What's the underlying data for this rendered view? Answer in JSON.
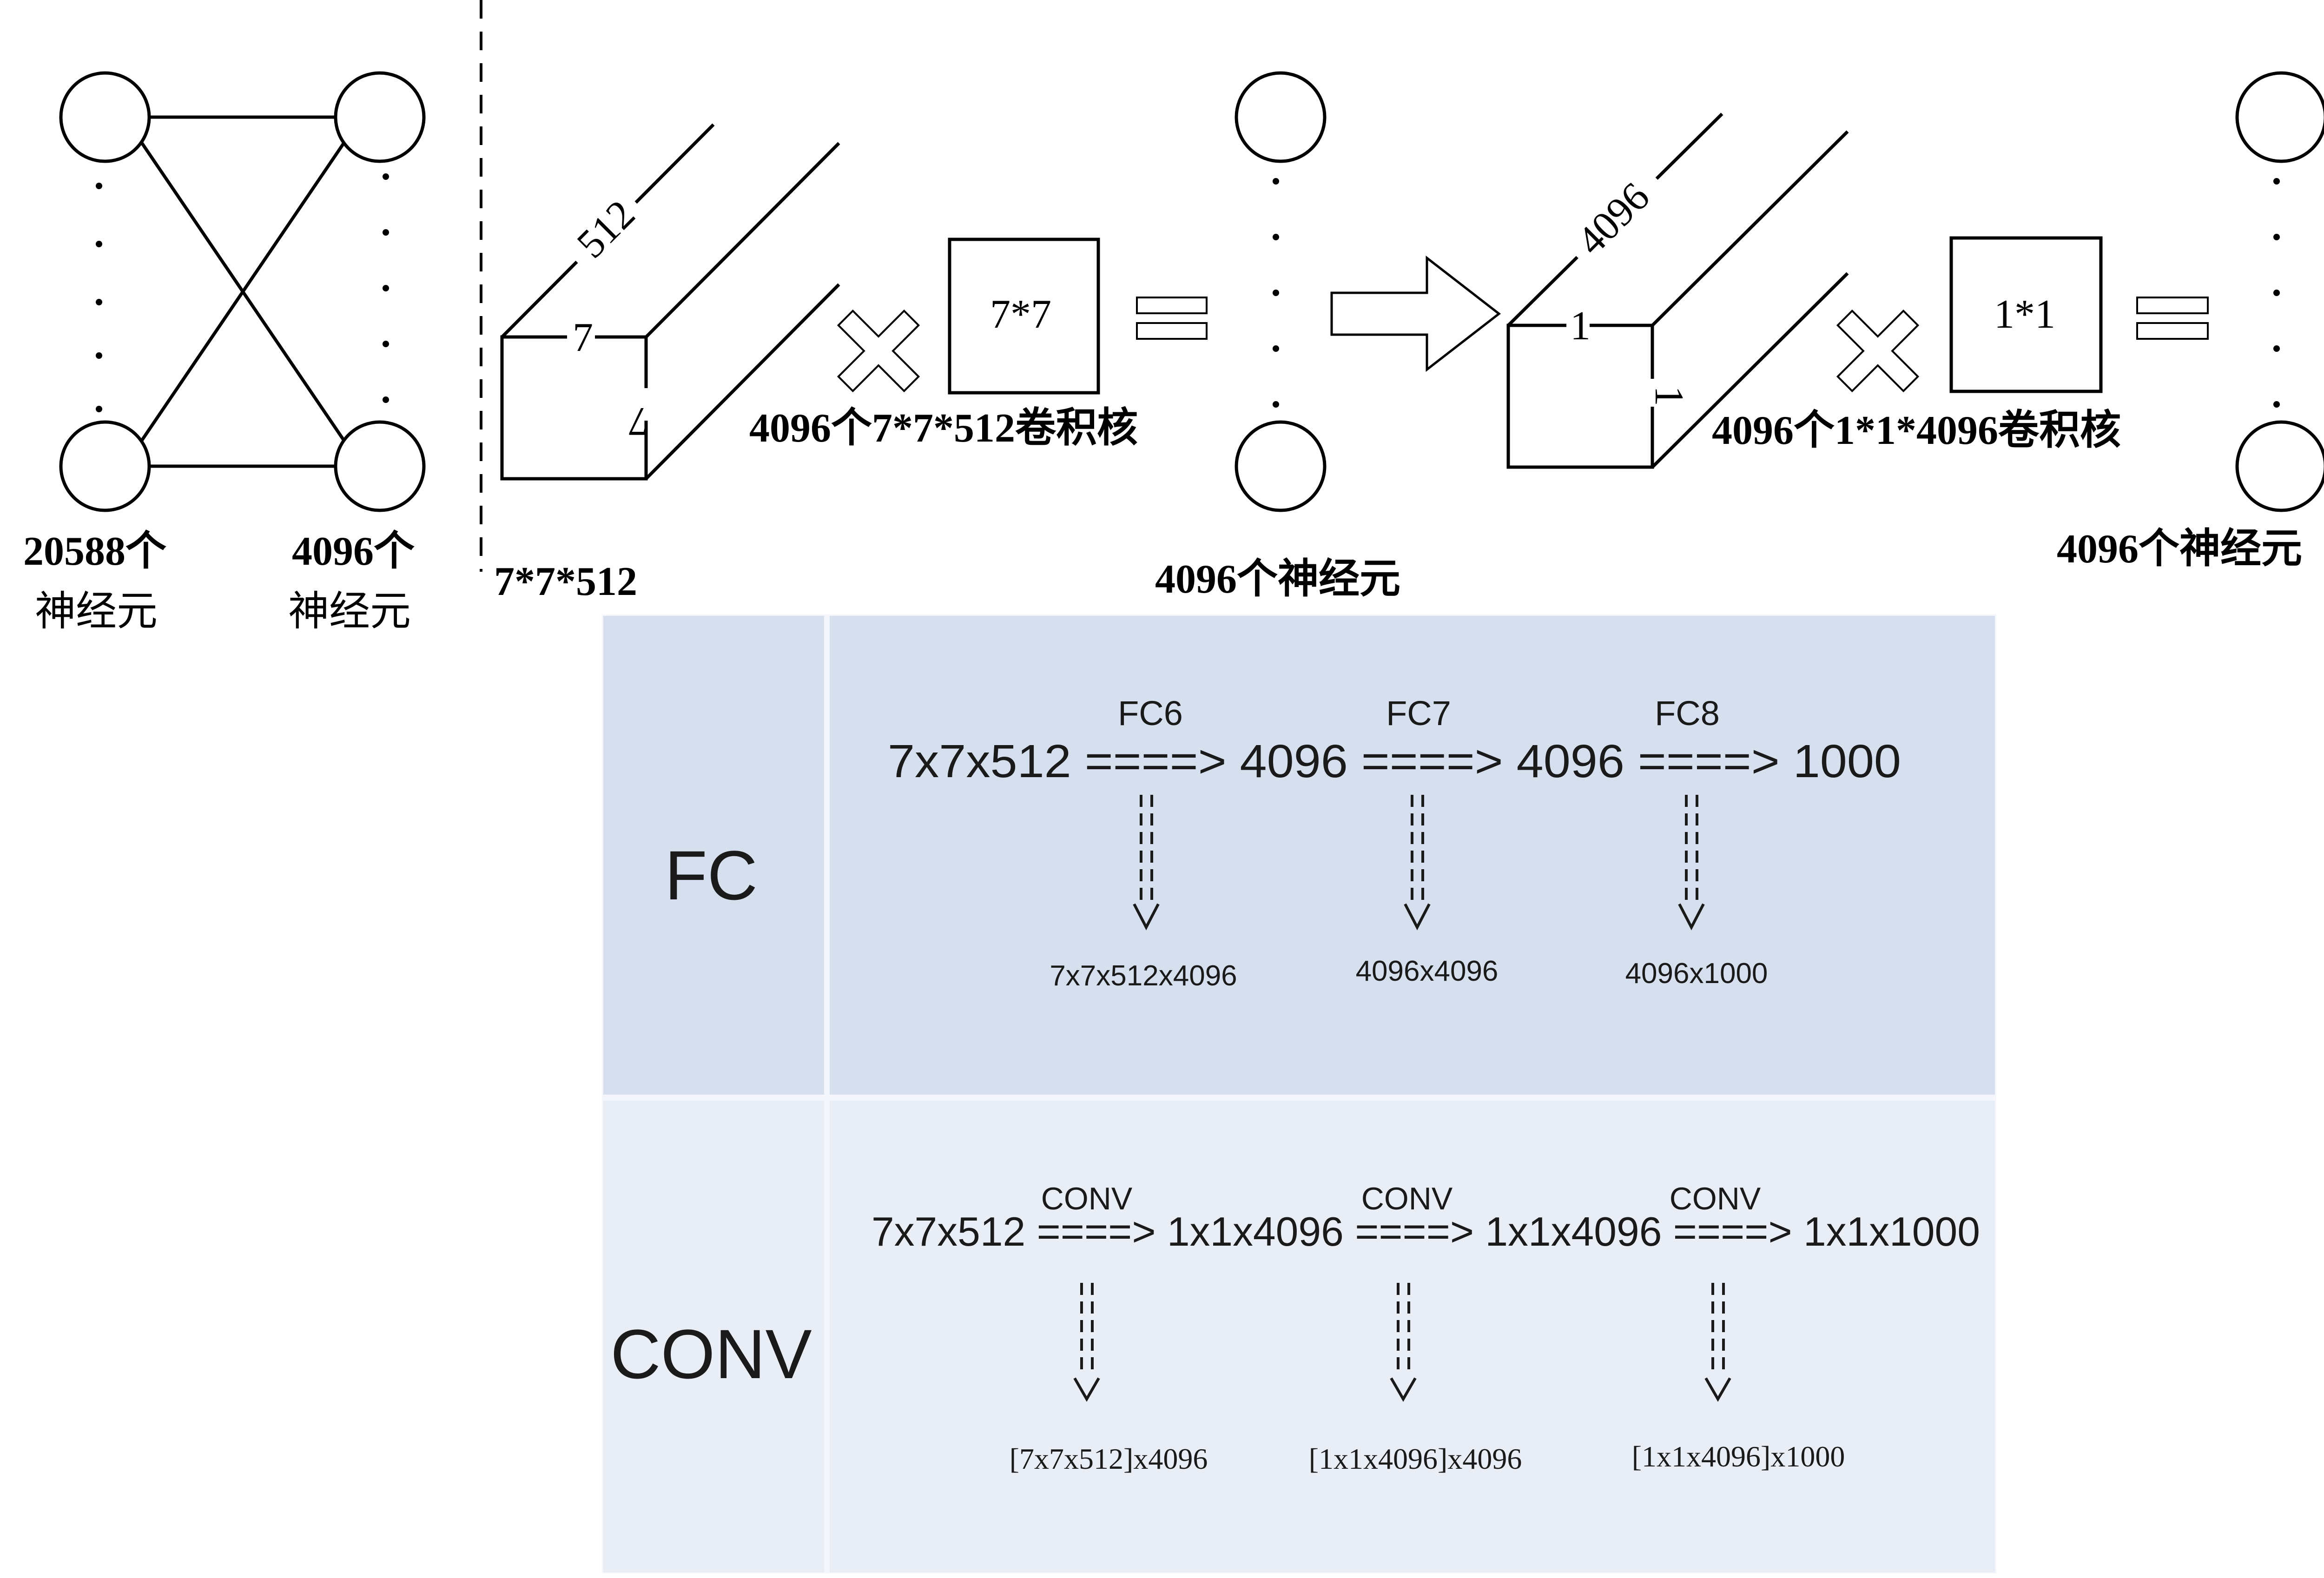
{
  "top": {
    "fc_view": {
      "left_count": "20588个",
      "left_unit": "神经元",
      "right_count": "4096个",
      "right_unit": "神经元"
    },
    "conv_view": {
      "input_depth": "512",
      "input_width": "7",
      "input_height": "7",
      "input_caption": "7*7*512",
      "kernel_label": "7*7",
      "kernel_caption": "4096个7*7*512卷积核",
      "output_caption": "4096个神经元",
      "cube2_depth": "4096",
      "cube2_width": "1",
      "cube2_height": "1",
      "kernel2_label": "1*1",
      "kernel2_caption": "4096个1*1*4096卷积核",
      "output2_caption": "4096个神经元"
    }
  },
  "table": {
    "colors": {
      "fc_bg": "#d5dfee",
      "conv_bg": "#e9edf6",
      "divider": "#f4f6fb"
    },
    "fc": {
      "label": "FC",
      "chain": "7x7x512 ====> 4096 ====> 4096 ====> 1000",
      "layers": [
        {
          "name": "FC6",
          "weight": "7x7x512x4096"
        },
        {
          "name": "FC7",
          "weight": "4096x4096"
        },
        {
          "name": "FC8",
          "weight": "4096x1000"
        }
      ]
    },
    "conv": {
      "label": "CONV",
      "chain": "7x7x512 ====> 1x1x4096 ====> 1x1x4096 ====> 1x1x1000",
      "layers": [
        {
          "name": "CONV",
          "weight": "[7x7x512]x4096"
        },
        {
          "name": "CONV",
          "weight": "[1x1x4096]x4096"
        },
        {
          "name": "CONV",
          "weight": "[1x1x4096]x1000"
        }
      ]
    }
  }
}
